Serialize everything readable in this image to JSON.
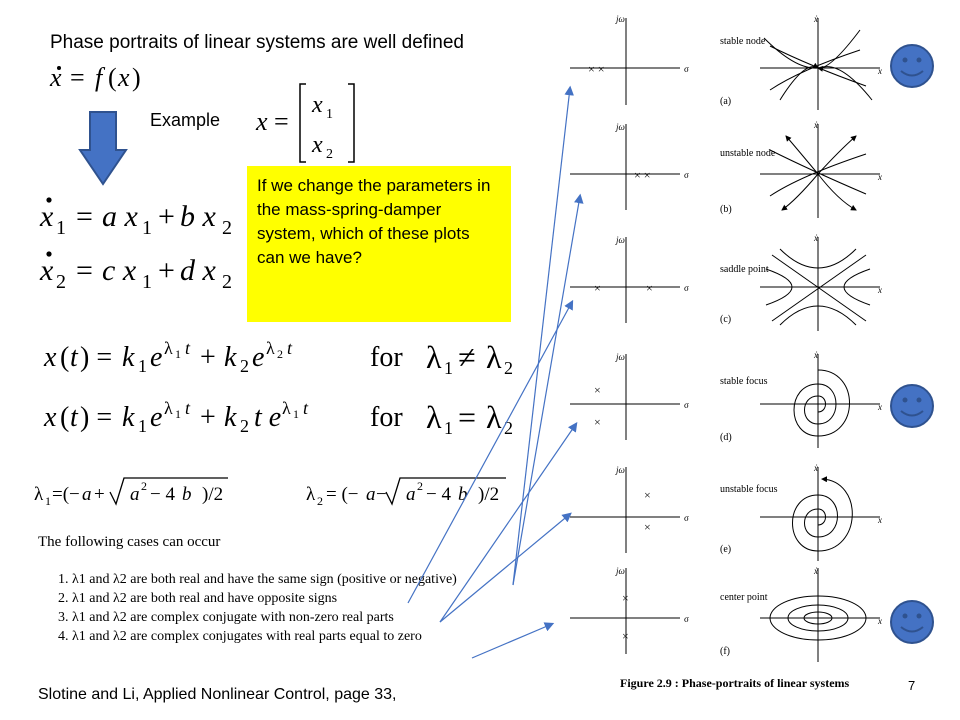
{
  "title": "Phase portraits of linear systems are well defined",
  "example_label": "Example",
  "callout": "If we change the parameters in the mass-spring-damper system, which of these plots can we have?",
  "cases_intro": "The following cases can occur",
  "cases": [
    "1. λ1 and λ2 are both real and have the same sign (positive or negative)",
    "2. λ1 and λ2 are both real and have opposite signs",
    "3. λ1 and λ2 are complex conjugate with non-zero real parts",
    "4. λ1 and λ2 are complex conjugates with real parts equal to zero"
  ],
  "citation": "Slotine and Li, Applied Nonlinear Control, page 33,",
  "page_number": "7",
  "figure_caption": "Figure 2.9 : Phase-portraits of linear systems",
  "panels": [
    {
      "letter": "(a)",
      "name": "stable node"
    },
    {
      "letter": "(b)",
      "name": "unstable node"
    },
    {
      "letter": "(c)",
      "name": "saddle point"
    },
    {
      "letter": "(d)",
      "name": "stable focus"
    },
    {
      "letter": "(e)",
      "name": "unstable focus"
    },
    {
      "letter": "(f)",
      "name": "center point"
    }
  ],
  "colors": {
    "callout_bg": "#ffff00",
    "arrow_blue": "#4472c4",
    "smiley": "#4472c4"
  }
}
